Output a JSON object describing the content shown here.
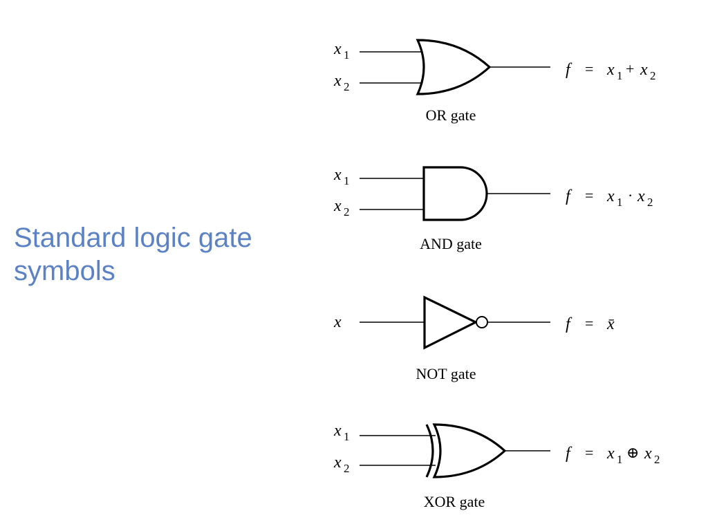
{
  "title": "Standard logic gate symbols",
  "gates": {
    "or": {
      "caption": "OR gate",
      "input1_var": "x",
      "input1_sub": "1",
      "input2_var": "x",
      "input2_sub": "2",
      "out_var": "f",
      "eq": "=",
      "term1_var": "x",
      "term1_sub": "1",
      "op": "+",
      "term2_var": "x",
      "term2_sub": "2"
    },
    "and": {
      "caption": "AND gate",
      "input1_var": "x",
      "input1_sub": "1",
      "input2_var": "x",
      "input2_sub": "2",
      "out_var": "f",
      "eq": "=",
      "term1_var": "x",
      "term1_sub": "1",
      "op": "·",
      "term2_var": "x",
      "term2_sub": "2"
    },
    "not": {
      "caption": "NOT gate",
      "input_var": "x",
      "out_var": "f",
      "eq": "=",
      "result": "x̄"
    },
    "xor": {
      "caption": "XOR gate",
      "input1_var": "x",
      "input1_sub": "1",
      "input2_var": "x",
      "input2_sub": "2",
      "out_var": "f",
      "eq": "=",
      "term1_var": "x",
      "term1_sub": "1",
      "op": "⊕",
      "term2_var": "x",
      "term2_sub": "2"
    }
  }
}
